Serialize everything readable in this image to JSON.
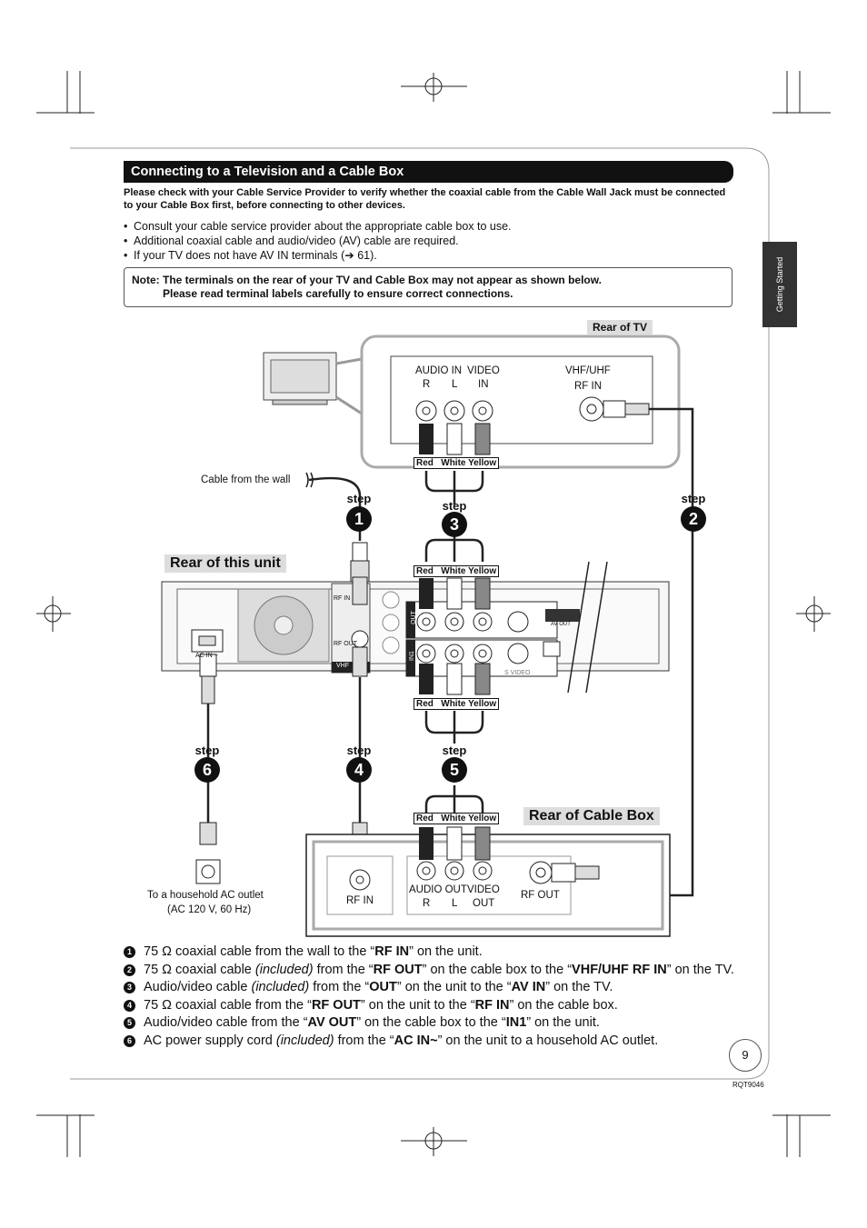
{
  "section_title": "Connecting to a Television and a Cable Box",
  "intro": "Please check with your Cable Service Provider to verify whether the coaxial cable from the Cable Wall Jack must be connected to your Cable Box first, before connecting to other devices.",
  "bullets": [
    "Consult your cable service provider about the appropriate cable box to use.",
    "Additional coaxial cable and audio/video (AV) cable are required.",
    "If your TV does not have AV IN terminals (➔ 61)."
  ],
  "note": {
    "line1": "Note: The terminals on the rear of your TV and Cable Box may not appear as shown below.",
    "line2": "Please read terminal labels carefully to ensure correct connections."
  },
  "side_tab": "Getting Started",
  "diagram": {
    "rear_of_tv": "Rear of  TV",
    "tv_audio_in": "AUDIO IN",
    "tv_r": "R",
    "tv_l": "L",
    "tv_video": "VIDEO",
    "tv_in": "IN",
    "tv_vhf": "VHF/UHF",
    "tv_rf_in": "RF IN",
    "cable_from_wall": "Cable from the wall",
    "rear_of_unit": "Rear of this unit",
    "rear_of_cable_box": "Rear of Cable Box",
    "red": "Red",
    "white_yellow": "White Yellow",
    "step_word": "step",
    "step_nums": [
      "1",
      "2",
      "3",
      "4",
      "5",
      "6"
    ],
    "unit_rf_in": "RF IN",
    "unit_rf_out": "RF OUT",
    "unit_ac_in": "AC IN ~",
    "unit_out": "OUT",
    "unit_in1": "IN1",
    "unit_vhf": "VHF",
    "unit_av_out": "AV OUT",
    "unit_s_video": "S VIDEO",
    "box_rf_in": "RF IN",
    "box_audio_out": "AUDIO OUT",
    "box_video": "VIDEO",
    "box_r": "R",
    "box_l": "L",
    "box_out": "OUT",
    "box_rf_out": "RF OUT",
    "outlet_line1": "To a household AC outlet",
    "outlet_line2": "(AC 120 V, 60 Hz)"
  },
  "steps": [
    {
      "num": "1",
      "parts": [
        [
          "n",
          "75 Ω coaxial cable from the wall to the “"
        ],
        [
          "b",
          "RF IN"
        ],
        [
          "n",
          "” on the unit."
        ]
      ]
    },
    {
      "num": "2",
      "parts": [
        [
          "n",
          "75 Ω coaxial cable "
        ],
        [
          "i",
          "(included)"
        ],
        [
          "n",
          " from the “"
        ],
        [
          "b",
          "RF OUT"
        ],
        [
          "n",
          "” on the cable box to the “"
        ],
        [
          "b",
          "VHF/UHF RF IN"
        ],
        [
          "n",
          "” on the TV."
        ]
      ]
    },
    {
      "num": "3",
      "parts": [
        [
          "n",
          "Audio/video cable "
        ],
        [
          "i",
          "(included)"
        ],
        [
          "n",
          " from the “"
        ],
        [
          "b",
          "OUT"
        ],
        [
          "n",
          "” on the unit to the “"
        ],
        [
          "b",
          "AV IN"
        ],
        [
          "n",
          "” on the TV."
        ]
      ]
    },
    {
      "num": "4",
      "parts": [
        [
          "n",
          "75 Ω coaxial cable from the “"
        ],
        [
          "b",
          "RF OUT"
        ],
        [
          "n",
          "” on the unit to the “"
        ],
        [
          "b",
          "RF IN"
        ],
        [
          "n",
          "” on the cable box."
        ]
      ]
    },
    {
      "num": "5",
      "parts": [
        [
          "n",
          "Audio/video cable from the “"
        ],
        [
          "b",
          "AV OUT"
        ],
        [
          "n",
          "” on the cable box to the “"
        ],
        [
          "b",
          "IN1"
        ],
        [
          "n",
          "” on the unit."
        ]
      ]
    },
    {
      "num": "6",
      "parts": [
        [
          "n",
          "AC power supply cord "
        ],
        [
          "i",
          "(included)"
        ],
        [
          "n",
          " from the “"
        ],
        [
          "b",
          "AC IN~"
        ],
        [
          "n",
          "” on the unit to a household AC outlet."
        ]
      ]
    }
  ],
  "page_number": "9",
  "doc_code": "RQT9046"
}
